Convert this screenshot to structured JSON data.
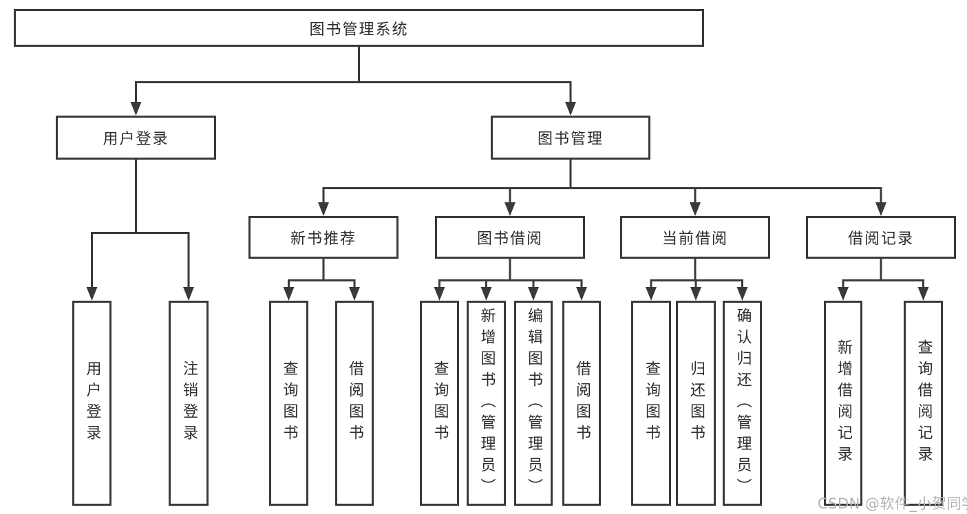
{
  "watermark": "CSDN @软件_小贺同学",
  "colors": {
    "line": "#3a3a3a",
    "text": "#2d2d2d",
    "background": "#ffffff",
    "watermark": "#b2b2b2"
  },
  "tree": {
    "label": "图书管理系统",
    "children": [
      {
        "label": "用户登录",
        "children": [
          {
            "label": "用户登录"
          },
          {
            "label": "注销登录"
          }
        ]
      },
      {
        "label": "图书管理",
        "children": [
          {
            "label": "新书推荐",
            "children": [
              {
                "label": "查询图书"
              },
              {
                "label": "借阅图书"
              }
            ]
          },
          {
            "label": "图书借阅",
            "children": [
              {
                "label": "查询图书"
              },
              {
                "label": "新增图书（管理员）"
              },
              {
                "label": "编辑图书（管理员）"
              },
              {
                "label": "借阅图书"
              }
            ]
          },
          {
            "label": "当前借阅",
            "children": [
              {
                "label": "查询图书"
              },
              {
                "label": "归还图书"
              },
              {
                "label": "确认归还（管理员）"
              }
            ]
          },
          {
            "label": "借阅记录",
            "children": [
              {
                "label": "新增借阅记录"
              },
              {
                "label": "查询借阅记录"
              }
            ]
          }
        ]
      }
    ]
  }
}
